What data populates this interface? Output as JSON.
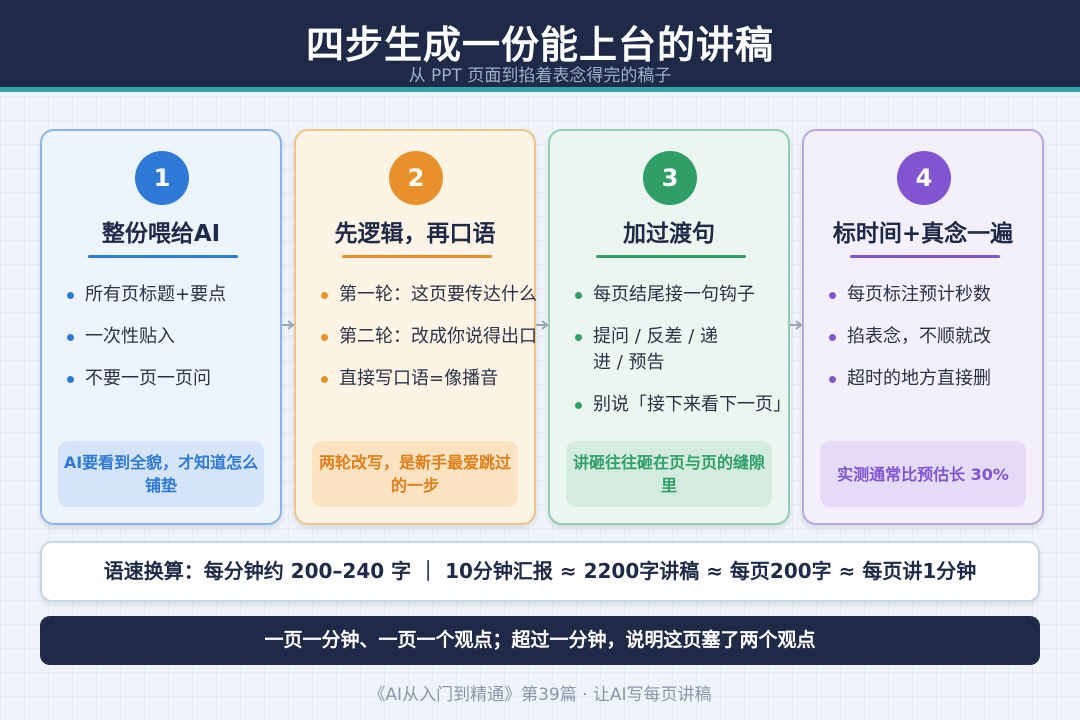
{
  "header": {
    "title": "四步生成一份能上台的讲稿",
    "subtitle": "从 PPT 页面到掐着表念得完的稿子"
  },
  "steps": [
    {
      "number": "1",
      "title": "整份喂给AI",
      "bullets": [
        "所有页标题+要点",
        "一次性贴入",
        "不要一页一页问"
      ],
      "note": "AI要看到全貌，才知道怎么铺垫",
      "color": "#2f7ad6"
    },
    {
      "number": "2",
      "title": "先逻辑，再口语",
      "bullets": [
        "第一轮：这页要传达什么",
        "第二轮：改成你说得出口",
        "直接写口语=像播音"
      ],
      "note": "两轮改写，是新手最爱跳过的一步",
      "color": "#e8912a"
    },
    {
      "number": "3",
      "title": "加过渡句",
      "bullets": [
        "每页结尾接一句钩子",
        "提问 / 反差 / 递进 / 预告",
        "别说「接下来看下一页」"
      ],
      "note": "讲砸往往砸在页与页的缝隙里",
      "color": "#2f9e67"
    },
    {
      "number": "4",
      "title": "标时间+真念一遍",
      "bullets": [
        "每页标注预计秒数",
        "掐表念，不顺就改",
        "超时的地方直接删"
      ],
      "note": "实测通常比预估长 30%",
      "color": "#8155cf"
    }
  ],
  "formula": "语速换算：每分钟约 200–240 字 ｜ 10分钟汇报 ≈ 2200字讲稿 ≈ 每页200字 ≈ 每页讲1分钟",
  "banner": "一页一分钟、一页一个观点；超过一分钟，说明这页塞了两个观点",
  "footer": "《AI从入门到精通》第39篇 · 让AI写每页讲稿"
}
